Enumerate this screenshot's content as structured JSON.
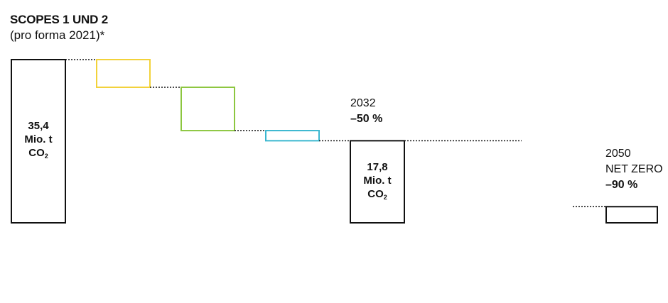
{
  "title": "SCOPES 1 UND 2",
  "subtitle": "(pro forma 2021)*",
  "chart_data": {
    "type": "waterfall",
    "unit": "Mio. t CO₂",
    "ylim": [
      0,
      35.4
    ],
    "steps": [
      {
        "kind": "total",
        "start": 0,
        "end": 35.4,
        "label_value": "35,4",
        "label_unit": "Mio. t",
        "label_gas": "CO",
        "label_sub": "2",
        "color": "#111111"
      },
      {
        "kind": "reduction",
        "start": 35.4,
        "end": 29.4,
        "color": "#f2d23a"
      },
      {
        "kind": "reduction",
        "start": 29.4,
        "end": 20.0,
        "color": "#8cc63f"
      },
      {
        "kind": "reduction",
        "start": 20.0,
        "end": 17.8,
        "color": "#3ab7d0"
      },
      {
        "kind": "total",
        "start": 0,
        "end": 17.8,
        "label_value": "17,8",
        "label_unit": "Mio. t",
        "label_gas": "CO",
        "label_sub": "2",
        "color": "#111111"
      },
      {
        "kind": "reduction",
        "start": 17.8,
        "end": 3.5,
        "color": "#111111",
        "invisible": true
      },
      {
        "kind": "total",
        "start": 0,
        "end": 3.5,
        "color": "#111111"
      }
    ],
    "milestones": [
      {
        "year": "2032",
        "text": "",
        "pct": "–50 %"
      },
      {
        "year": "2050",
        "text": "NET ZERO",
        "pct": "–90 %"
      }
    ]
  }
}
